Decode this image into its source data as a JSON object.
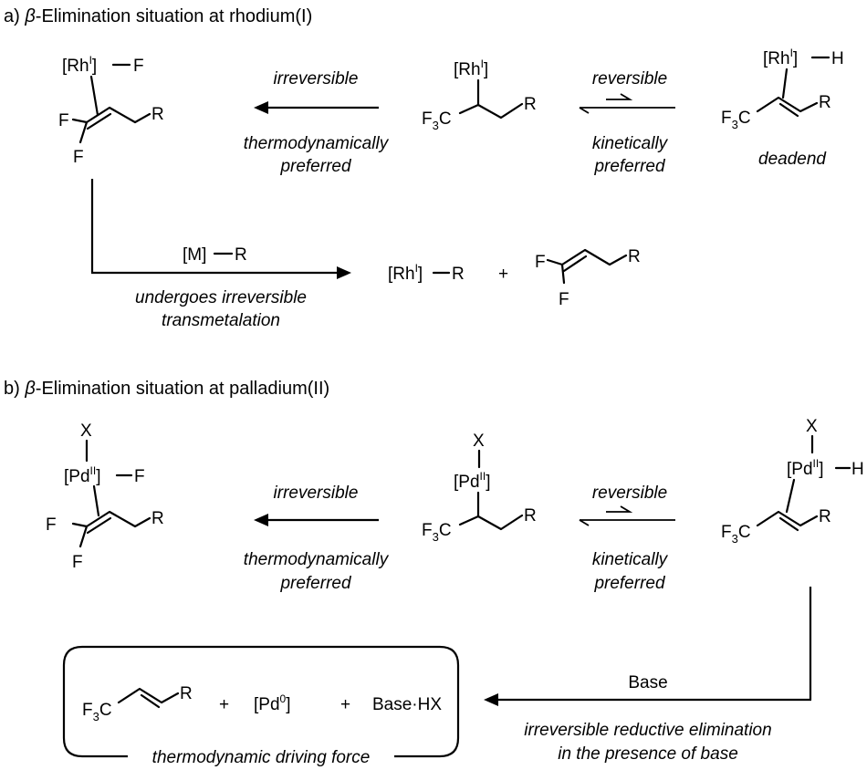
{
  "section_a": {
    "prefix": "a)",
    "beta": "β",
    "title": "-Elimination situation at rhodium(I)",
    "left_complex": {
      "metal": "[Rh",
      "ox": "I",
      "close": "]",
      "ligand": "F",
      "f1": "F",
      "f2": "F",
      "r": "R"
    },
    "middle_complex": {
      "metal": "[Rh",
      "ox": "I",
      "close": "]",
      "cf3": "F",
      "cf3_sub": "3",
      "cf3_c": "C",
      "r": "R"
    },
    "right_complex": {
      "metal": "[Rh",
      "ox": "I",
      "close": "]",
      "ligand": "H",
      "cf3": "F",
      "cf3_sub": "3",
      "cf3_c": "C",
      "r": "R"
    },
    "arrow_left": {
      "top": "irreversible",
      "bottom1": "thermodynamically",
      "bottom2": "preferred"
    },
    "arrow_right": {
      "top": "reversible",
      "bottom1": "kinetically",
      "bottom2": "preferred"
    },
    "deadend": "deadend",
    "transmetalation": {
      "reagent_metal": "[M]",
      "reagent_r": "R",
      "line1": "undergoes irreversible",
      "line2": "transmetalation"
    },
    "product": {
      "metal": "[Rh",
      "ox": "I",
      "close": "]",
      "r": "R",
      "plus": "+",
      "f1": "F",
      "f2": "F",
      "alkene_r": "R"
    }
  },
  "section_b": {
    "prefix": "b)",
    "beta": "β",
    "title": "-Elimination situation at palladium(II)",
    "left_complex": {
      "x": "X",
      "metal": "[Pd",
      "ox": "II",
      "close": "]",
      "ligand": "F",
      "f1": "F",
      "f2": "F",
      "r": "R"
    },
    "middle_complex": {
      "x": "X",
      "metal": "[Pd",
      "ox": "II",
      "close": "]",
      "cf3": "F",
      "cf3_sub": "3",
      "cf3_c": "C",
      "r": "R"
    },
    "right_complex": {
      "x": "X",
      "metal": "[Pd",
      "ox": "II",
      "close": "]",
      "ligand": "H",
      "cf3": "F",
      "cf3_sub": "3",
      "cf3_c": "C",
      "r": "R"
    },
    "arrow_left": {
      "top": "irreversible",
      "bottom1": "thermodynamically",
      "bottom2": "preferred"
    },
    "arrow_right": {
      "top": "reversible",
      "bottom1": "kinetically",
      "bottom2": "preferred"
    },
    "base_arrow": {
      "top": "Base",
      "bottom1": "irreversible reductive elimination",
      "bottom2": "in the presence of base"
    },
    "products": {
      "cf3": "F",
      "cf3_sub": "3",
      "cf3_c": "C",
      "r": "R",
      "plus1": "+",
      "pd0": "[Pd",
      "pd0_ox": "0",
      "pd0_close": "]",
      "plus2": "+",
      "base_hx": "Base·HX",
      "box_label": "thermodynamic driving force"
    }
  }
}
